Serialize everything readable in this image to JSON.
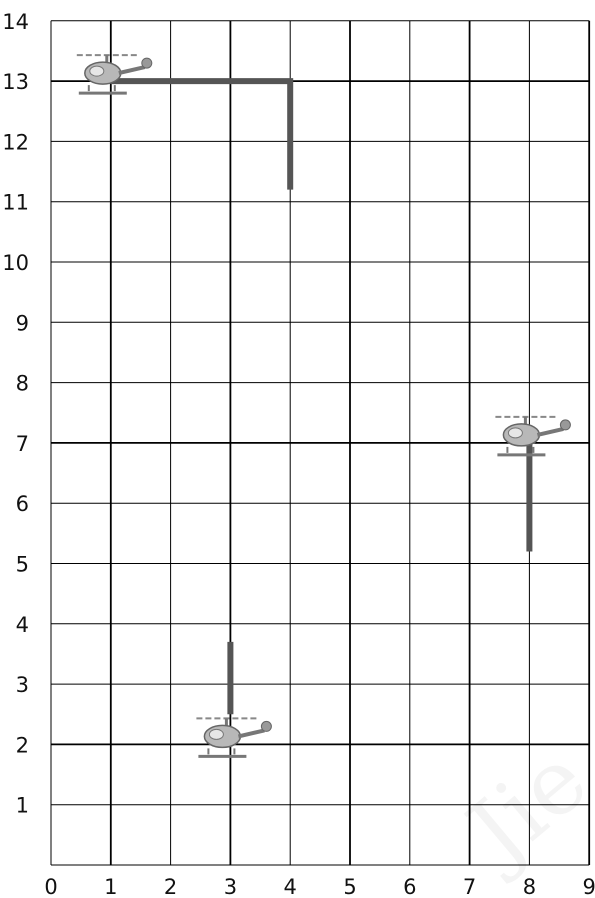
{
  "grid": {
    "x_ticks": [
      0,
      1,
      2,
      3,
      4,
      5,
      6,
      7,
      8,
      9
    ],
    "y_ticks": [
      1,
      2,
      3,
      4,
      5,
      6,
      7,
      8,
      9,
      10,
      11,
      12,
      13,
      14
    ],
    "x_range": [
      0,
      9
    ],
    "y_range": [
      0,
      14
    ],
    "line_color": "#000000"
  },
  "paths": {
    "color": "#555555",
    "items": [
      {
        "name": "path-1",
        "points": [
          [
            1,
            13
          ],
          [
            4,
            13
          ],
          [
            4,
            11.2
          ]
        ]
      },
      {
        "name": "path-2",
        "points": [
          [
            8,
            7
          ],
          [
            8,
            5.2
          ]
        ]
      },
      {
        "name": "path-3",
        "points": [
          [
            3,
            2.5
          ],
          [
            3,
            3.7
          ]
        ]
      }
    ]
  },
  "helicopters": [
    {
      "name": "helicopter-1",
      "position": [
        1,
        13
      ],
      "icon": "helicopter-icon"
    },
    {
      "name": "helicopter-2",
      "position": [
        8,
        7
      ],
      "icon": "helicopter-icon"
    },
    {
      "name": "helicopter-3",
      "position": [
        3,
        2
      ],
      "icon": "helicopter-icon"
    }
  ]
}
